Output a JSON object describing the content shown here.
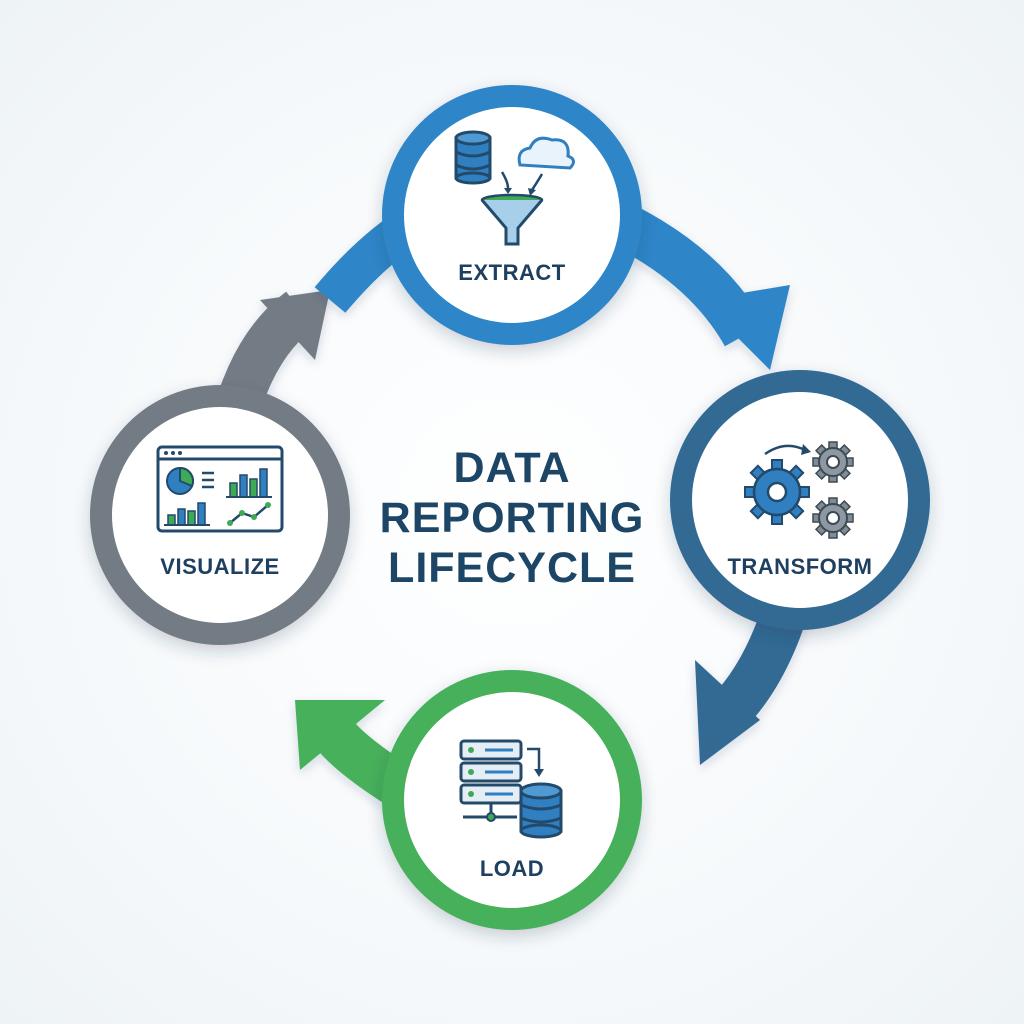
{
  "title": {
    "lines": [
      "DATA",
      "REPORTING",
      "LIFECYCLE"
    ]
  },
  "steps": [
    {
      "key": "extract",
      "label": "EXTRACT",
      "color": "#2f86c8",
      "icon": "database-cloud-funnel-icon"
    },
    {
      "key": "transform",
      "label": "TRANSFORM",
      "color": "#336a94",
      "icon": "gears-icon"
    },
    {
      "key": "load",
      "label": "LOAD",
      "color": "#46b05a",
      "icon": "server-to-database-icon"
    },
    {
      "key": "visualize",
      "label": "VISUALIZE",
      "color": "#737c84",
      "icon": "dashboard-charts-icon"
    }
  ],
  "colors": {
    "title": "#1d4565",
    "label": "#1e3f5f",
    "icon_blue": "#2f7fc1",
    "icon_green": "#3faa55",
    "icon_stroke": "#234a6b",
    "background": "#f6f9fb"
  }
}
